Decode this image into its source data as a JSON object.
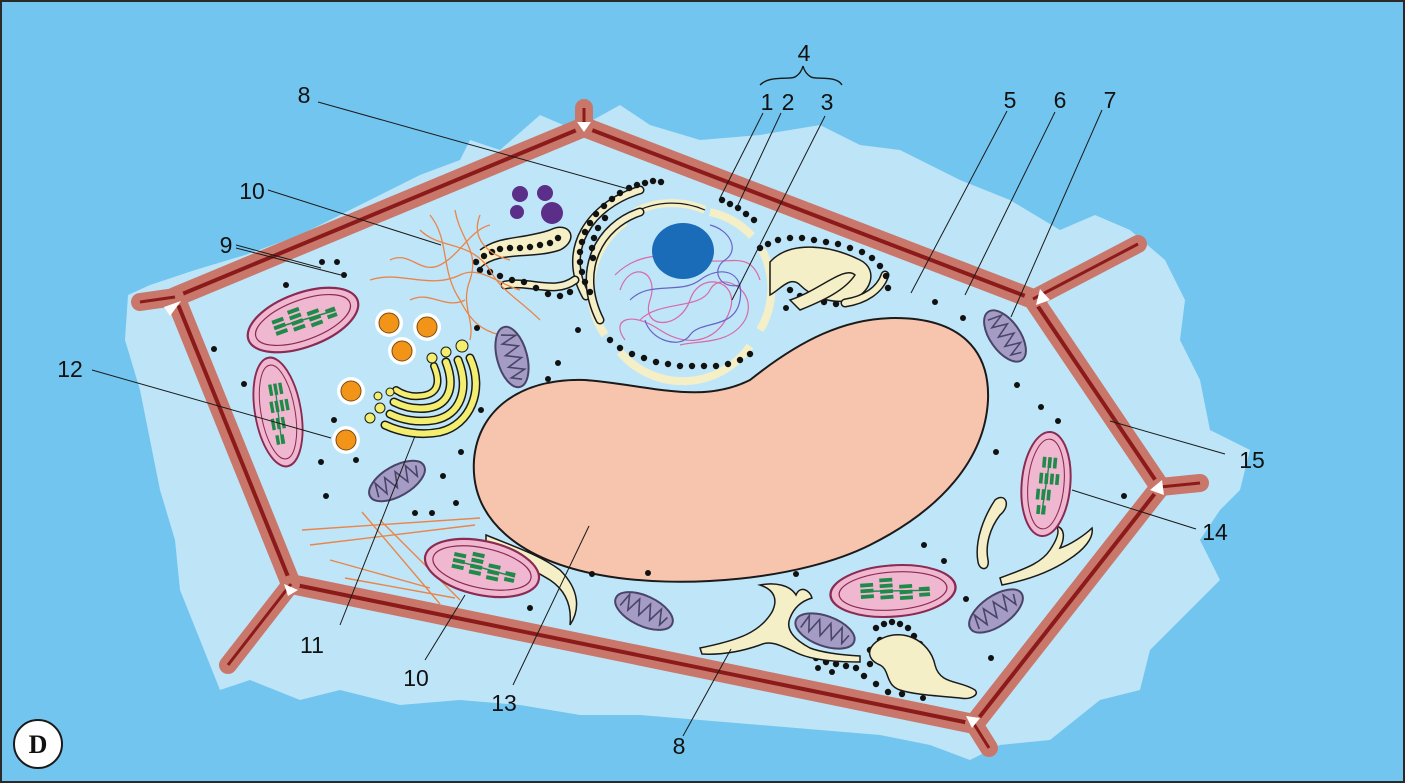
{
  "panel_letter": "D",
  "labels": {
    "l1": "1",
    "l2": "2",
    "l3": "3",
    "l4": "4",
    "l5": "5",
    "l6": "6",
    "l7": "7",
    "l8_top": "8",
    "l8_bottom": "8",
    "l9": "9",
    "l10_top": "10",
    "l10_bottom": "10",
    "l11": "11",
    "l12": "12",
    "l13": "13",
    "l14": "14",
    "l15": "15"
  },
  "colors": {
    "background": "#72c5ef",
    "halo": "#bde4f7",
    "cytoplasm": "#bfe6f8",
    "wall_outer": "#c8776a",
    "wall_inner": "#8b1a1a",
    "vacuole": "#f7c4ad",
    "nucleolus": "#1a6cb8",
    "chloroplast": "#f0b8d0",
    "grana": "#1f8a4a",
    "mitochondrion": "#a49cc4",
    "vesicle": "#f29418",
    "golgi": "#f3ee6f",
    "er": "#f5efc8",
    "ribosome": "#111111",
    "cytoskeleton": "#e9854a",
    "granule": "#5b2e8a"
  }
}
